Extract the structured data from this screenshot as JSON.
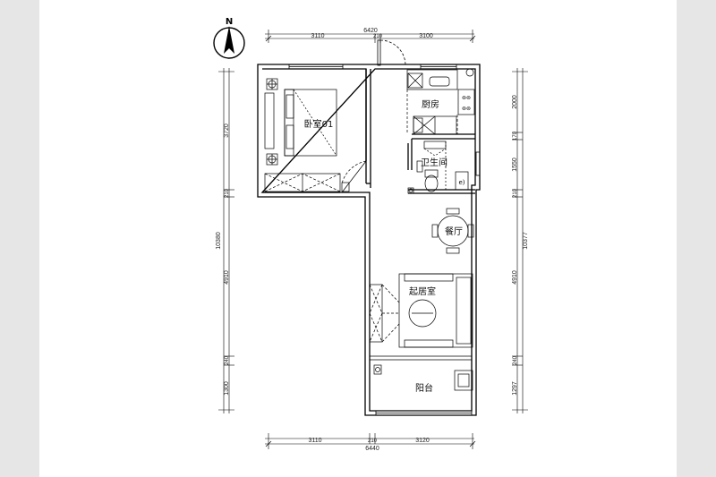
{
  "compass": {
    "label": "N"
  },
  "rooms": {
    "bedroom": "卧室01",
    "kitchen": "厨房",
    "bathroom": "卫生间",
    "dining": "餐厅",
    "living": "起居室",
    "balcony": "阳台"
  },
  "dimensions": {
    "top": {
      "total": "6420",
      "left": "3110",
      "mid": "210",
      "right": "3100"
    },
    "bottom": {
      "total": "6440",
      "left": "3110",
      "mid": "210",
      "right": "3120"
    },
    "left": {
      "total": "10380",
      "seg1": "3720",
      "seg2": "210",
      "seg3": "4910",
      "seg4": "240",
      "seg5": "1300"
    },
    "right": {
      "total": "10377",
      "seg1": "2000",
      "seg2": "170",
      "seg3": "1550",
      "seg4": "210",
      "seg5": "4910",
      "seg6": "240",
      "seg7": "1297"
    }
  }
}
